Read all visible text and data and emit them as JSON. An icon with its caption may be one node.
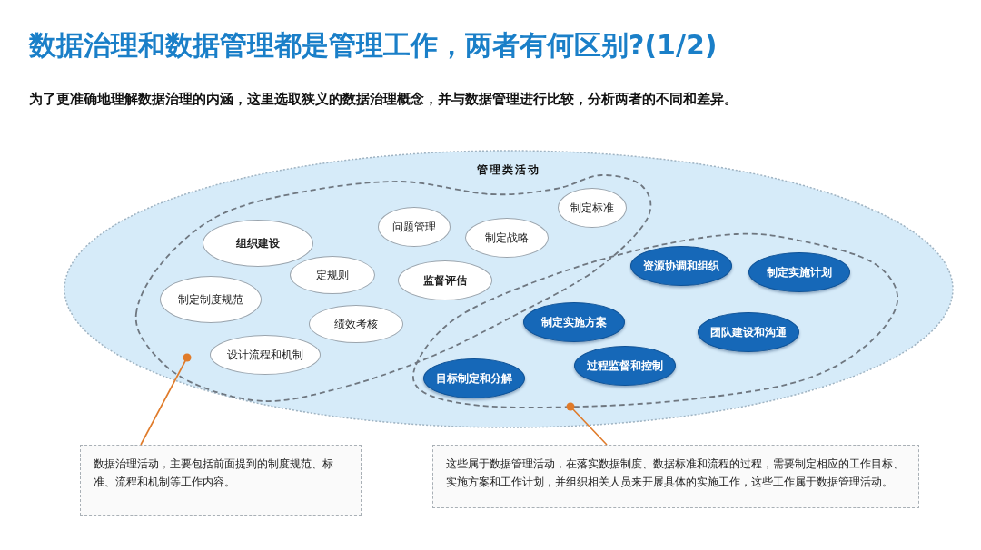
{
  "diagram": {
    "title": "数据治理和数据管理都是管理工作，两者有何区别?(1/2)",
    "caption": "为了更准确地理解数据治理的内涵，这里选取狭义的数据治理概念，并与数据管理进行比较，分析两者的不同和差异。",
    "nodes": [
      {
        "text": [
          "管理类活动"
        ]
      },
      {
        "text": [],
        "shape": "blob",
        "in": 0
      },
      {
        "text": [],
        "shape": "blob",
        "in": 0
      },
      {
        "text": [
          "制定标准"
        ],
        "in": 1
      },
      {
        "text": [
          "问题管理"
        ],
        "in": 1
      },
      {
        "text": [
          "制定战略"
        ],
        "in": 1
      },
      {
        "text": [
          "组织建设"
        ],
        "in": 1
      },
      {
        "text": [
          "定规则"
        ],
        "in": 1
      },
      {
        "text": [
          "监督评估"
        ],
        "in": 1
      },
      {
        "text": [
          "制定制度规范"
        ],
        "in": 1
      },
      {
        "text": [
          "绩效考核"
        ],
        "in": 1
      },
      {
        "text": [
          "设计流程和机制"
        ],
        "in": 1
      },
      {
        "text": [
          "资源协调和组织"
        ],
        "in": 2
      },
      {
        "text": [
          "制定实施计划"
        ],
        "in": 2
      },
      {
        "text": [
          "制定实施方案"
        ],
        "in": 2
      },
      {
        "text": [
          "团队建设和沟通"
        ],
        "in": 2
      },
      {
        "text": [
          "过程监督和控制"
        ],
        "in": 2
      },
      {
        "text": [
          "目标制定和分解"
        ],
        "in": 2
      },
      {
        "text": [
          "数据治理活动，主要包括前面提到的制度规范、标准、流程和机制等工作内容。"
        ]
      },
      {
        "text": [
          "这些属于数据管理活动，在落实数据制度、数据标准和流程的过程，需要制定相应的工作目标、实施方案和工作计划，并组织相关人员来开展具体的实施工作，这些工作属于数据管理活动。"
        ]
      }
    ],
    "edges": [
      {
        "from": 18,
        "to": 1,
        "arrow": "other"
      },
      {
        "from": 19,
        "to": 2,
        "arrow": "other"
      }
    ]
  }
}
